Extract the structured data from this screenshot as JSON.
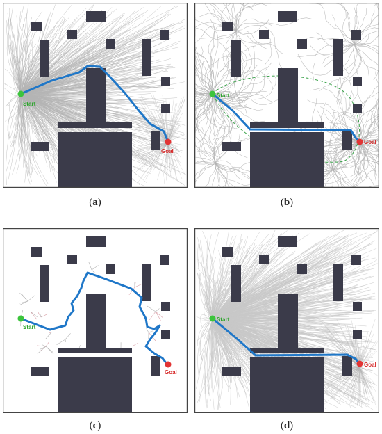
{
  "colors": {
    "obstacle": "#3b3b4a",
    "path": "#1f77c8",
    "start": "#3cc43c",
    "goal": "#e23434",
    "tree": "#b4b4b4",
    "tree_dense": "#c8c8c8",
    "dashed": "#3aa34a",
    "frame": "#444444"
  },
  "panels": [
    {
      "id": "a",
      "caption": "a",
      "start_label": "Start",
      "goal_label": "Goal"
    },
    {
      "id": "b",
      "caption": "b",
      "start_label": "Start",
      "goal_label": "Goal"
    },
    {
      "id": "c",
      "caption": "c",
      "start_label": "Start",
      "goal_label": "Goal"
    },
    {
      "id": "d",
      "caption": "d",
      "start_label": "Start",
      "goal_label": "Goal"
    }
  ]
}
